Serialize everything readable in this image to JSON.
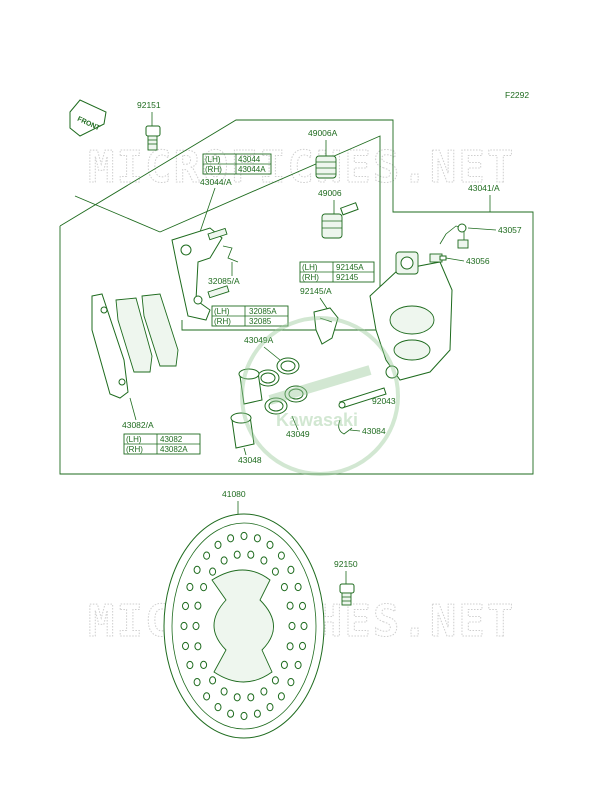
{
  "diagram_id": "F2292",
  "front_label": "FRONT",
  "watermark": "MICROFICHES.NET",
  "brand": "Kawasaki",
  "labels": {
    "p92151": "92151",
    "p49006A": "49006A",
    "p43044A": "43044/A",
    "p49006": "49006",
    "p43041A": "43041/A",
    "p43057": "43057",
    "p43056": "43056",
    "p32085A": "32085/A",
    "p92145A": "92145/A",
    "p43049A": "43049A",
    "p92043": "92043",
    "p43084": "43084",
    "p43049": "43049",
    "p43048": "43048",
    "p43082A": "43082/A",
    "p41080": "41080",
    "p92150": "92150"
  },
  "tables": {
    "t43044": [
      {
        "side": "(LH)",
        "part": "43044"
      },
      {
        "side": "(RH)",
        "part": "43044A"
      }
    ],
    "t92145": [
      {
        "side": "(LH)",
        "part": "92145A"
      },
      {
        "side": "(RH)",
        "part": "92145"
      }
    ],
    "t32085": [
      {
        "side": "(LH)",
        "part": "32085A"
      },
      {
        "side": "(RH)",
        "part": "32085"
      }
    ],
    "t43082": [
      {
        "side": "(LH)",
        "part": "43082"
      },
      {
        "side": "(RH)",
        "part": "43082A"
      }
    ]
  }
}
